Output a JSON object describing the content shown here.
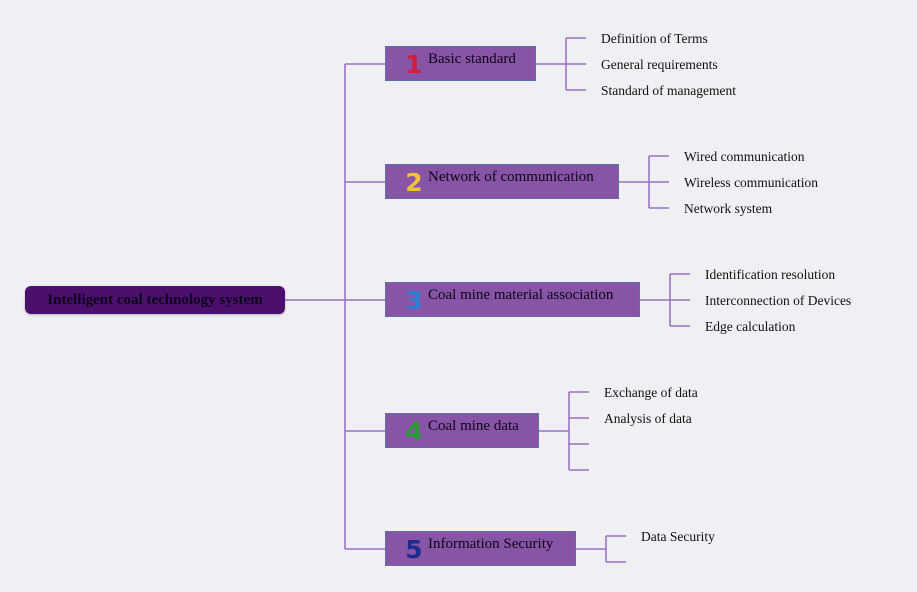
{
  "colors": {
    "connector": "#9b72c4",
    "root_bg": "#4b0f6e",
    "branch_bg": "#8754a6",
    "branch_border": "#5f6fa8",
    "background": "#f0eff3"
  },
  "root": {
    "label": "Intelligent coal technology system"
  },
  "branches": [
    {
      "number": "1",
      "number_color": "#d41c3c",
      "label": "Basic standard",
      "items": [
        "Definition of Terms",
        "General requirements",
        "Standard of management"
      ]
    },
    {
      "number": "2",
      "number_color": "#f0c23c",
      "label": "Network of communication",
      "items": [
        "Wired communication",
        "Wireless communication",
        "Network system"
      ]
    },
    {
      "number": "3",
      "number_color": "#2b7fd4",
      "label": "Coal mine material association",
      "items": [
        "Identification resolution",
        "Interconnection of Devices",
        "Edge calculation"
      ]
    },
    {
      "number": "4",
      "number_color": "#2c9a3a",
      "label": "Coal mine data",
      "items": [
        "Exchange of data",
        "Analysis of data",
        "",
        ""
      ]
    },
    {
      "number": "5",
      "number_color": "#1e2a8c",
      "label": "Information Security",
      "items": [
        "Data Security",
        ""
      ]
    }
  ]
}
